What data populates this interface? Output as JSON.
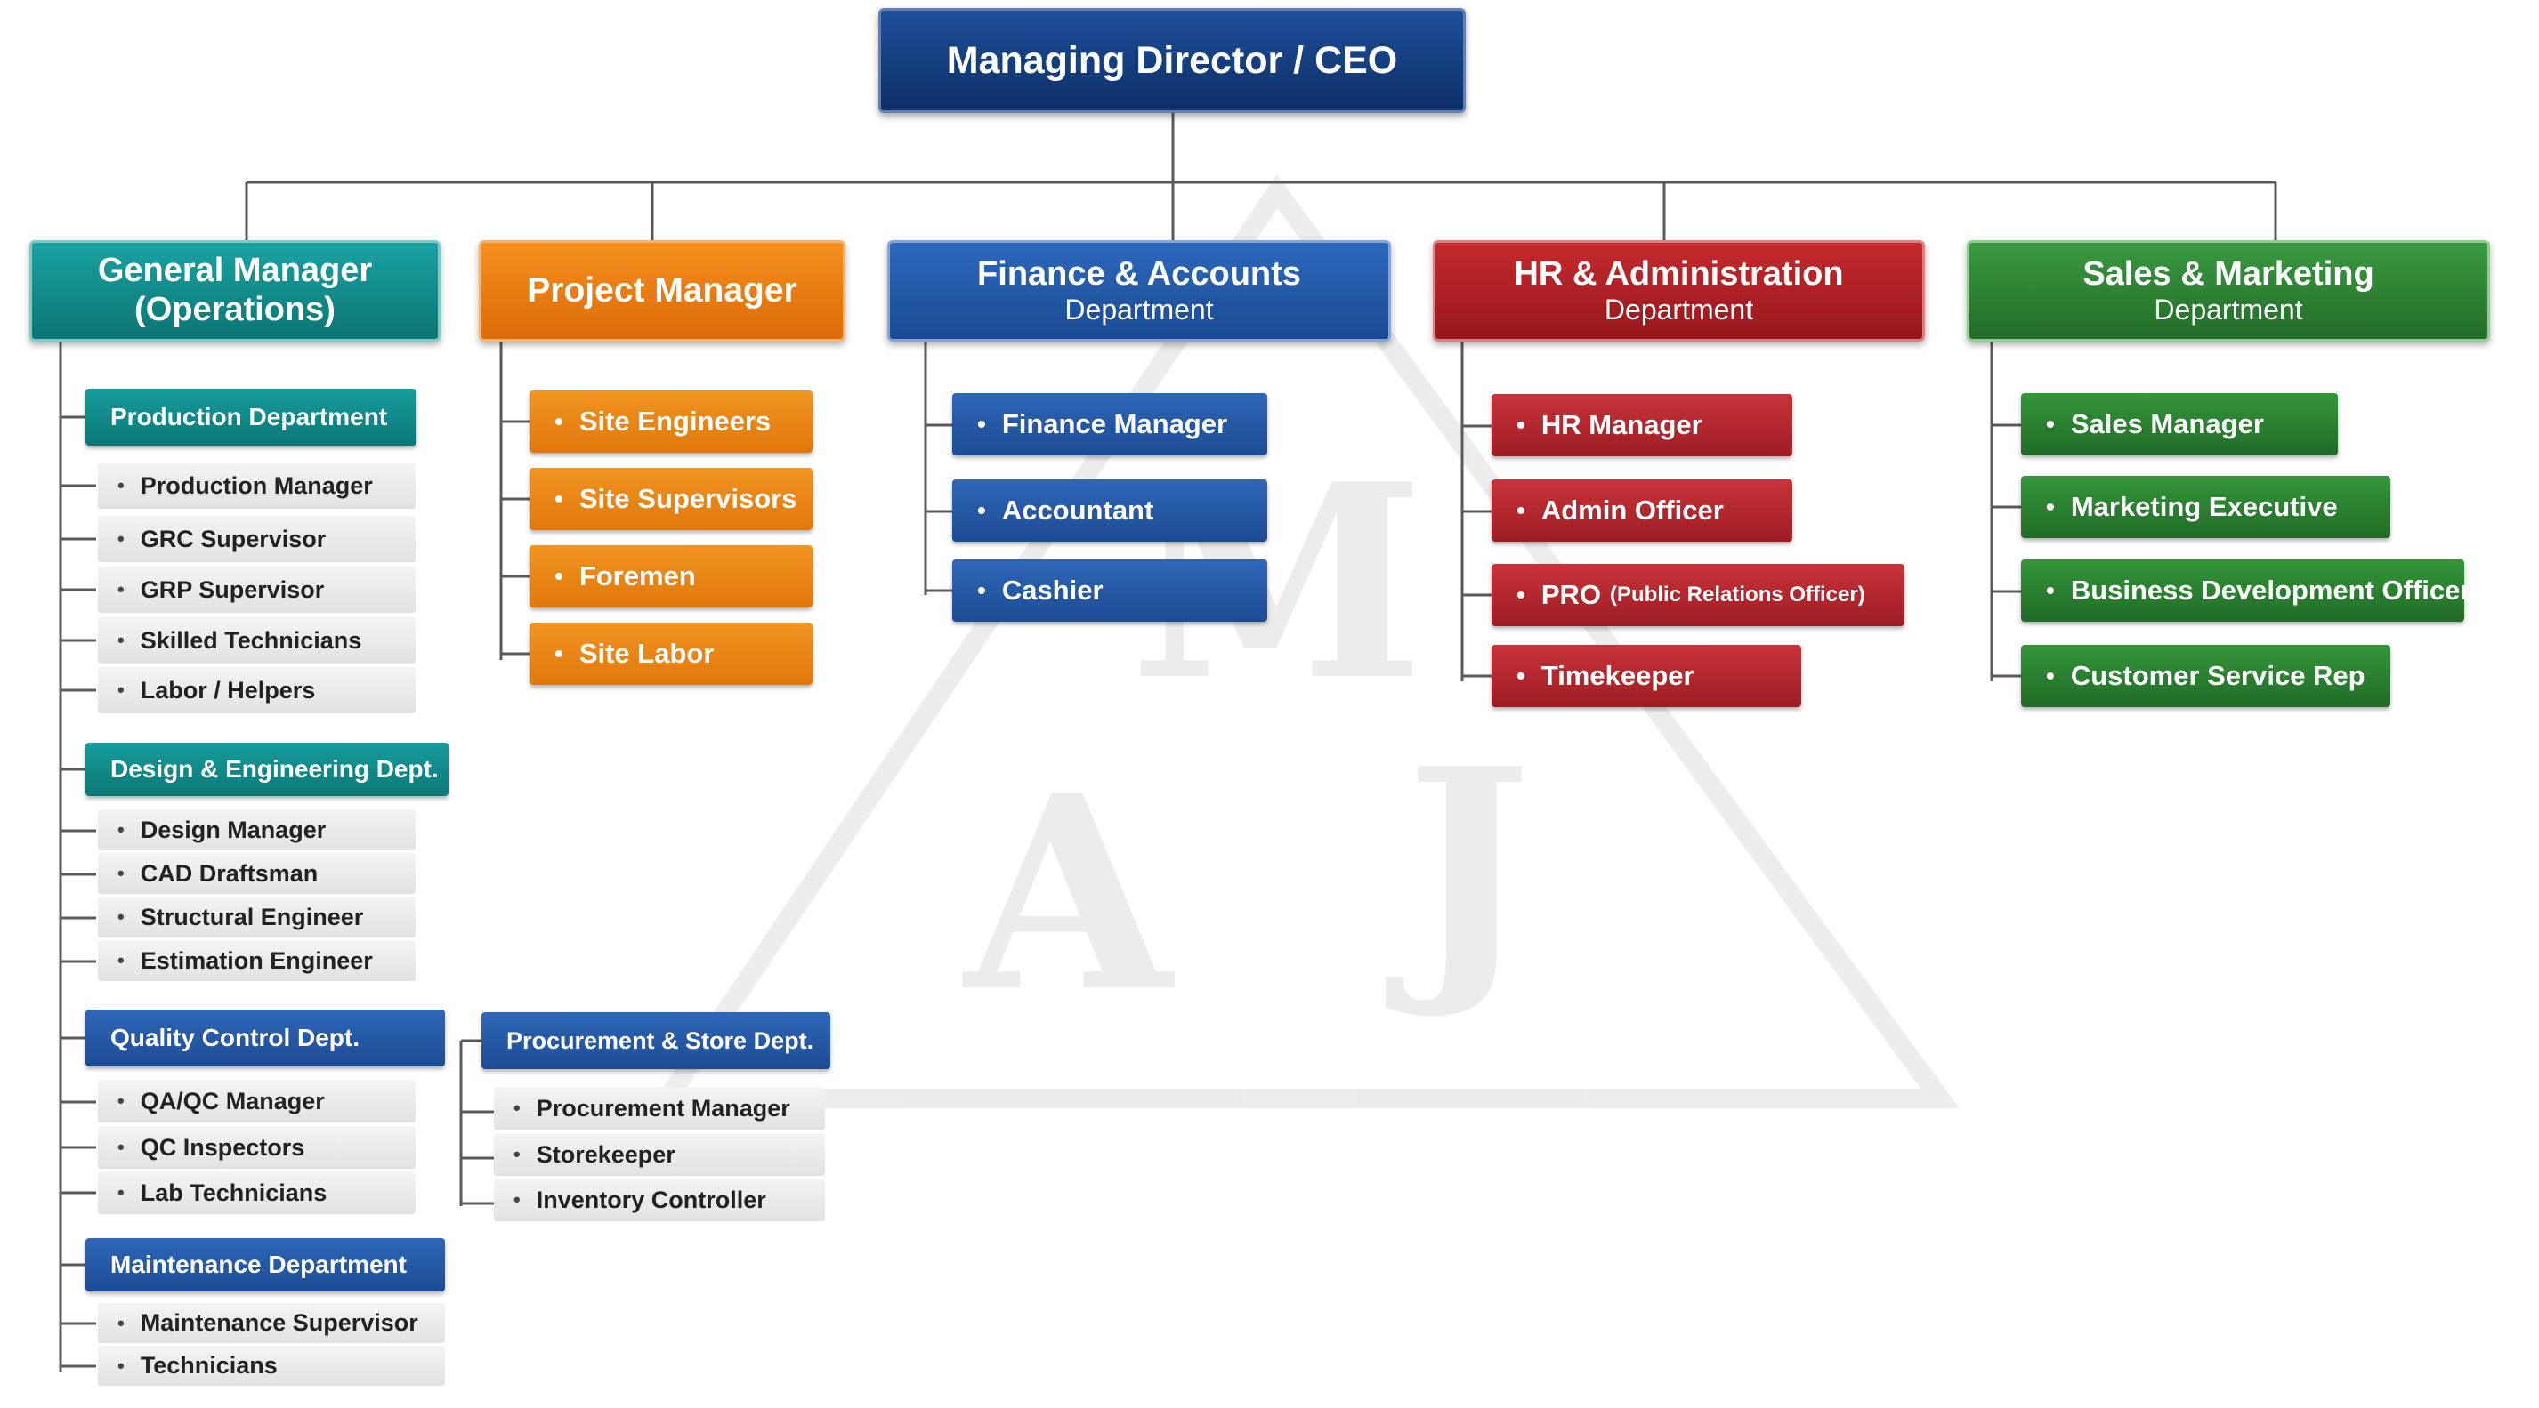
{
  "ceo": {
    "title": "Managing Director / CEO"
  },
  "watermark": {
    "letters": [
      "M",
      "A",
      "J"
    ]
  },
  "gm_ops": {
    "title_line1": "General Manager",
    "title_line2": "(Operations)",
    "production": {
      "title": "Production Department",
      "items": [
        "Production Manager",
        "GRC Supervisor",
        "GRP Supervisor",
        "Skilled Technicians",
        "Labor / Helpers"
      ]
    },
    "design": {
      "title": "Design & Engineering Dept.",
      "items": [
        "Design Manager",
        "CAD Draftsman",
        "Structural Engineer",
        "Estimation Engineer"
      ]
    },
    "quality": {
      "title": "Quality Control Dept.",
      "items": [
        "QA/QC Manager",
        "QC Inspectors",
        "Lab Technicians"
      ]
    },
    "maintenance": {
      "title": "Maintenance Department",
      "items": [
        "Maintenance Supervisor",
        "Technicians"
      ]
    }
  },
  "project": {
    "title": "Project Manager",
    "items": [
      "Site Engineers",
      "Site Supervisors",
      "Foremen",
      "Site Labor"
    ]
  },
  "procurement": {
    "title": "Procurement & Store Dept.",
    "items": [
      "Procurement Manager",
      "Storekeeper",
      "Inventory Controller"
    ]
  },
  "finance": {
    "title_line1": "Finance & Accounts",
    "title_line2": "Department",
    "items": [
      "Finance Manager",
      "Accountant",
      "Cashier"
    ]
  },
  "hr": {
    "title_line1": "HR & Administration",
    "title_line2": "Department",
    "items": [
      "HR Manager",
      "Admin Officer",
      "PRO",
      "Timekeeper"
    ],
    "pro_note": "(Public Relations Officer)"
  },
  "sales": {
    "title_line1": "Sales & Marketing",
    "title_line2": "Department",
    "items": [
      "Sales Manager",
      "Marketing Executive",
      "Business Development Officer",
      "Customer Service Rep"
    ]
  },
  "colors": {
    "teal": "#138a8a",
    "orange": "#ec7d12",
    "blue": "#245aa8",
    "red": "#b2262b",
    "green": "#2e8034",
    "ceo": "#143e80",
    "connector": "#555555"
  }
}
